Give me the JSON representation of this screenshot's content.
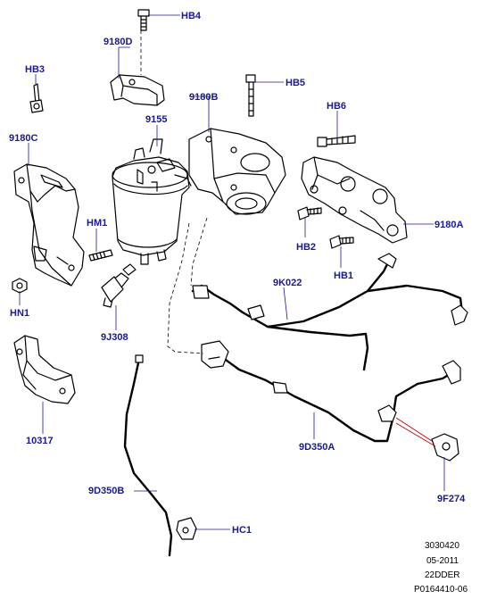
{
  "labels": {
    "HB4": "HB4",
    "P9180D": "9180D",
    "HB3": "HB3",
    "HB5": "HB5",
    "P9180B": "9180B",
    "P9155": "9155",
    "P9180C": "9180C",
    "HB6": "HB6",
    "HM1": "HM1",
    "P9180A": "9180A",
    "HB2": "HB2",
    "HB1": "HB1",
    "P9K022": "9K022",
    "HN1": "HN1",
    "P9J308": "9J308",
    "P10317": "10317",
    "P9D350A": "9D350A",
    "P9D350B": "9D350B",
    "P9F274": "9F274",
    "HC1": "HC1"
  },
  "footer": {
    "line1": "3030420",
    "line2": "05-2011",
    "line3": "22DDER",
    "line4": "P0164410-06"
  },
  "colors": {
    "label": "#1a1a8c",
    "leader": "#1a1a8c",
    "drawing": "#000000",
    "accent_leader": "#cc0000",
    "footer": "#000000"
  }
}
